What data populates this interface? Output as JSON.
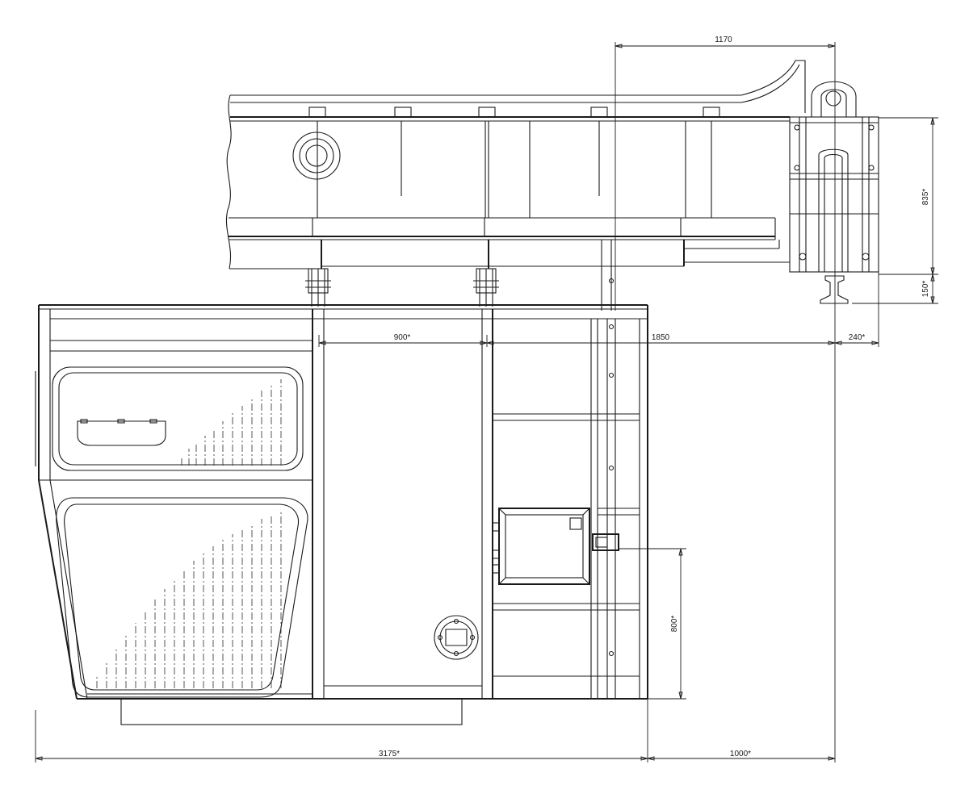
{
  "colors": {
    "line": "#1a1a1a",
    "background": "#ffffff"
  },
  "dimensions": {
    "d1170": "1170",
    "d835": "835*",
    "d150": "150*",
    "d900": "900*",
    "d1850": "1850",
    "d240": "240*",
    "d800": "800*",
    "d3175": "3175*",
    "d1000": "1000*"
  }
}
